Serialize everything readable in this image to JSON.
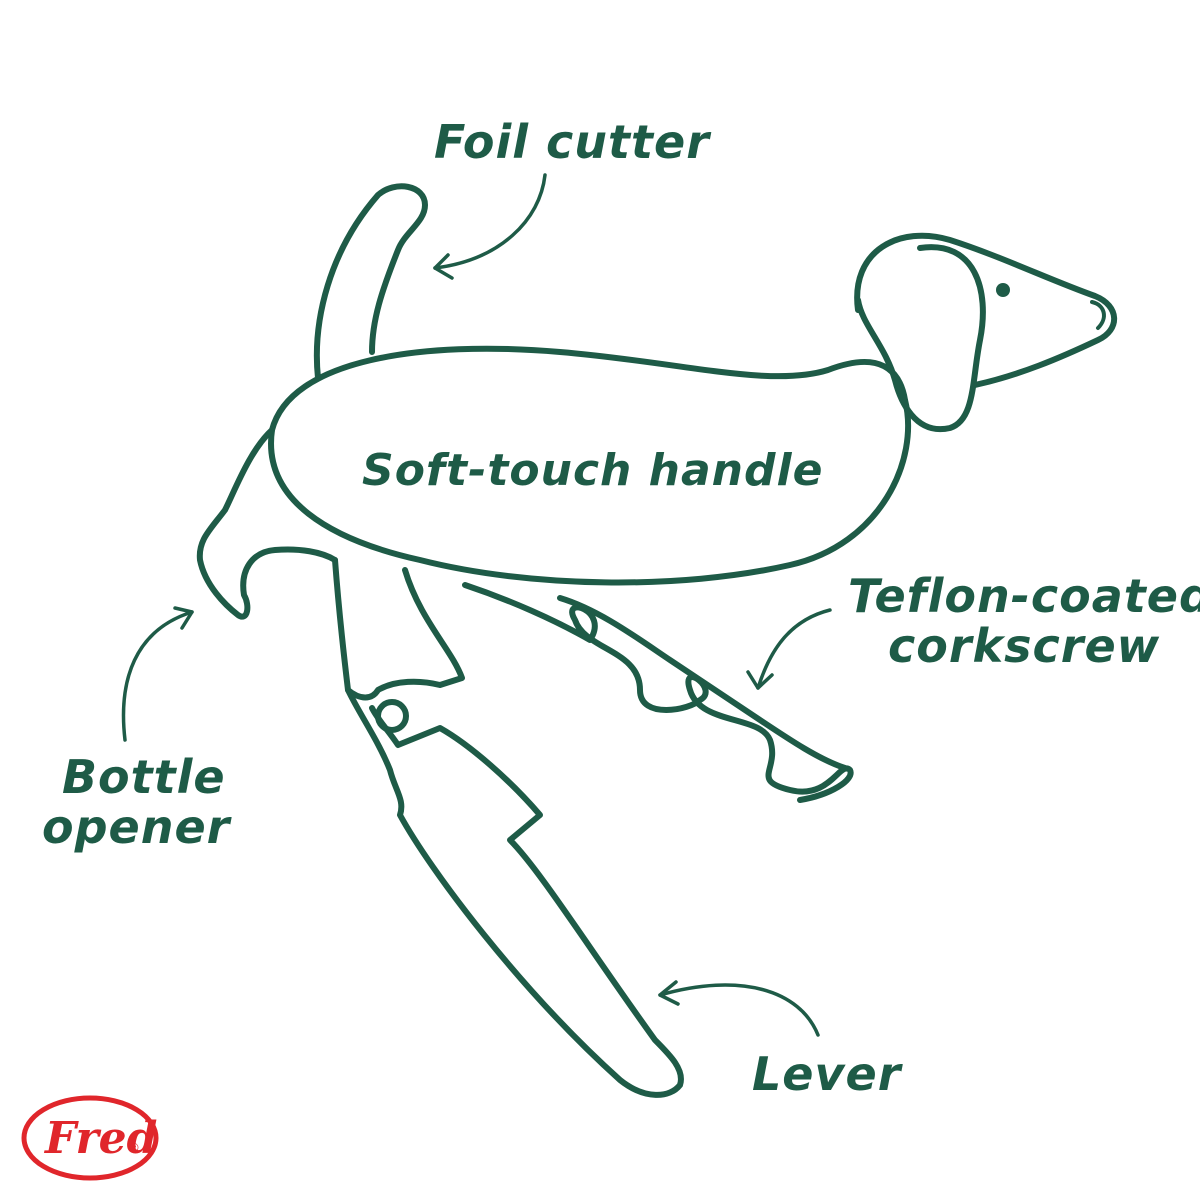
{
  "colors": {
    "ink": "#1e5b47",
    "logo_red": "#e0262b",
    "background": "#ffffff"
  },
  "labels": {
    "foil_cutter": "Foil cutter",
    "handle": "Soft-touch handle",
    "corkscrew_line1": "Teflon-coated",
    "corkscrew_line2": "corkscrew",
    "bottle_opener_line1": "Bottle",
    "bottle_opener_line2": "opener",
    "lever": "Lever"
  },
  "logo": {
    "text": "Fred",
    "mark": "®"
  }
}
